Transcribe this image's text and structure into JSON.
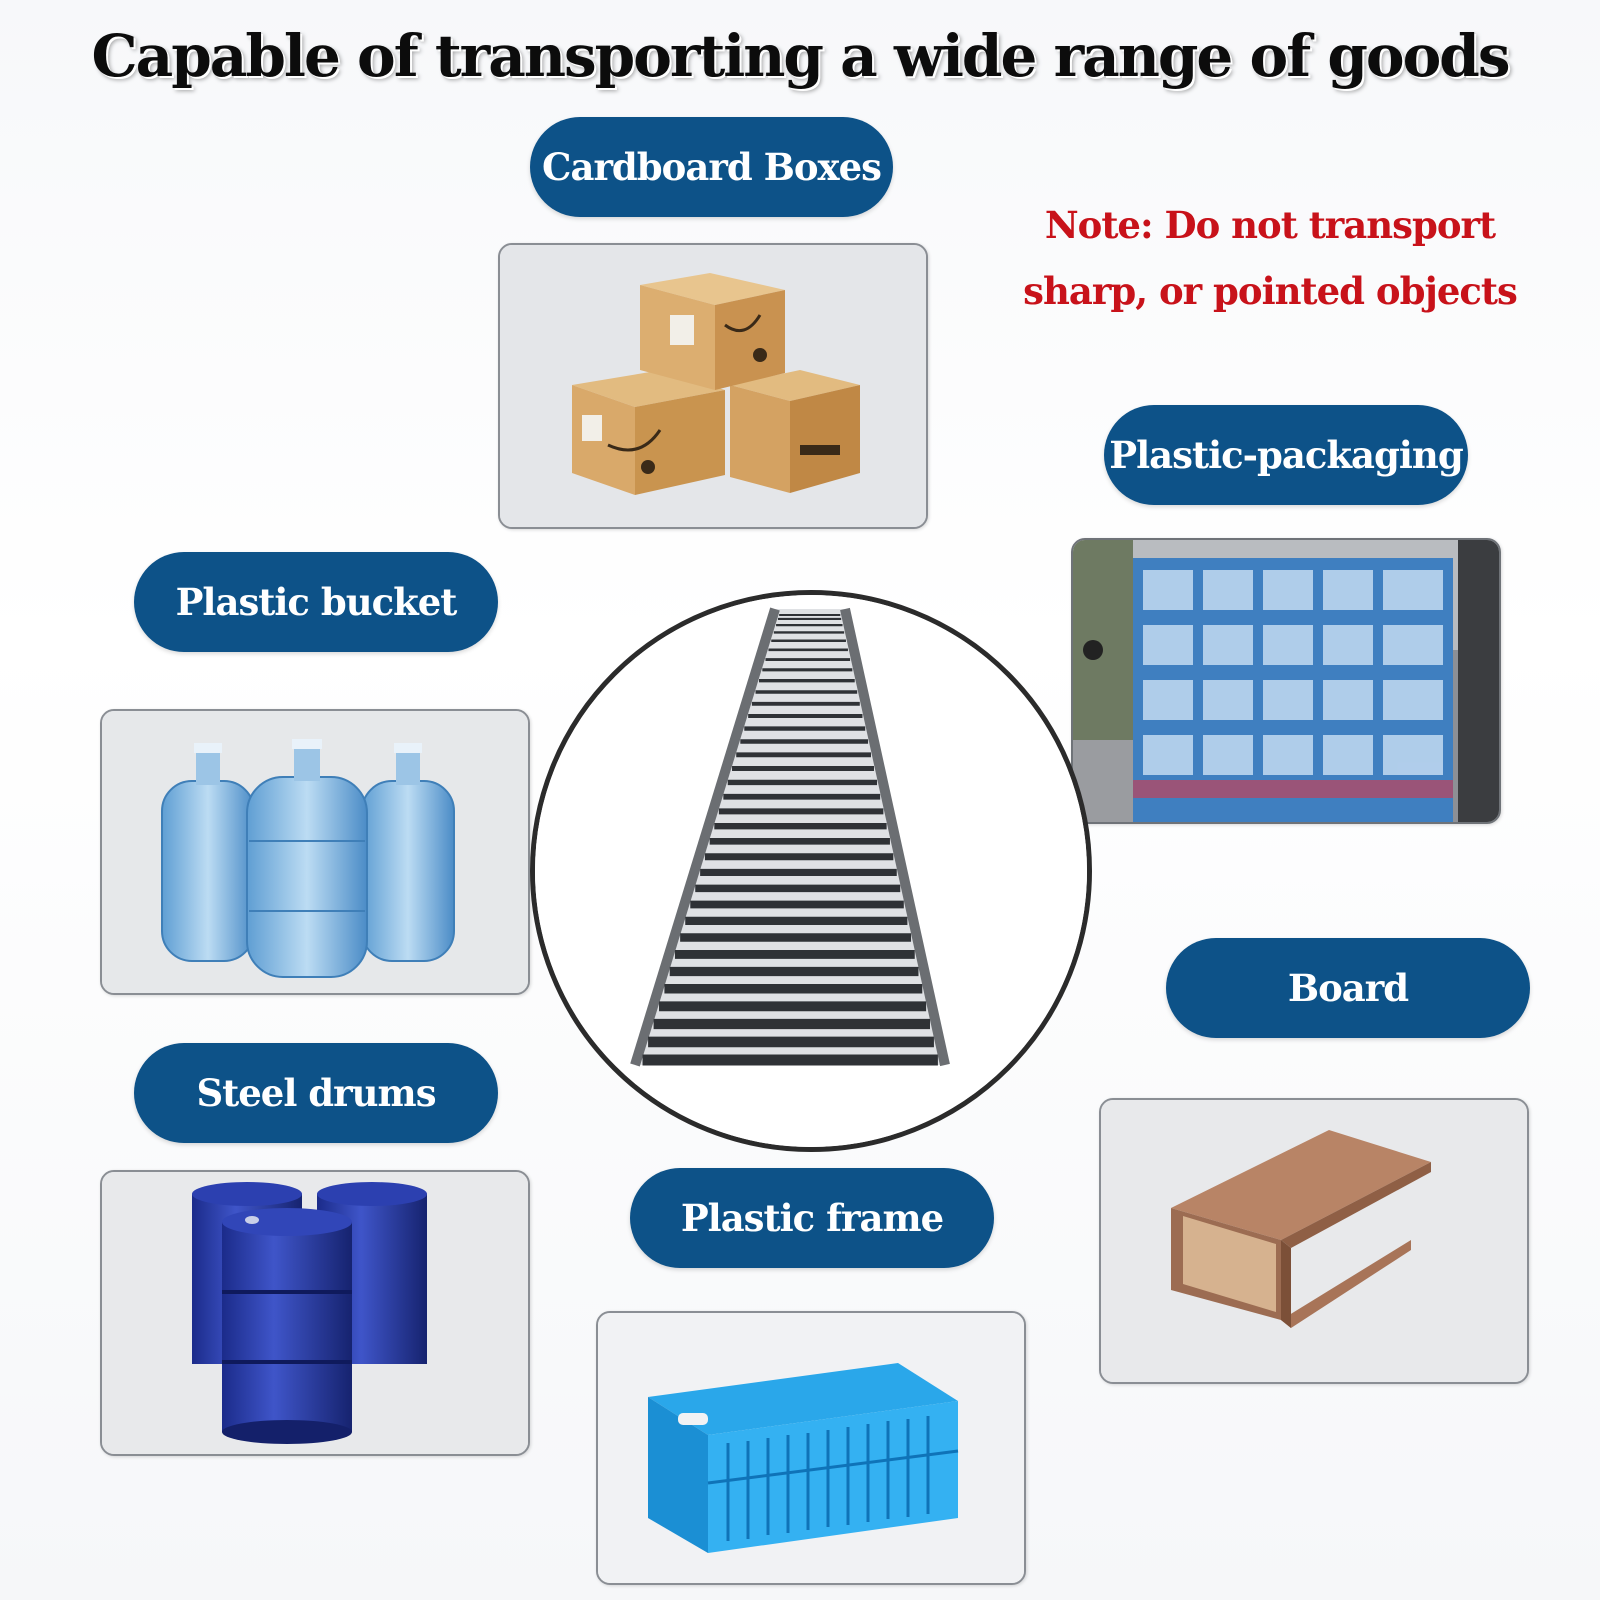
{
  "title": "Capable of transporting a wide range of goods",
  "note": {
    "line1": "Note: Do not transport",
    "line2": "sharp, or pointed objects"
  },
  "colors": {
    "pill": "#0d5288",
    "note": "#c8121a",
    "title": "#0c0c0c"
  },
  "categories": {
    "cardboard": "Cardboard Boxes",
    "packaging": "Plastic-packaging",
    "bucket": "Plastic bucket",
    "board": "Board",
    "drums": "Steel drums",
    "frame": "Plastic frame"
  }
}
